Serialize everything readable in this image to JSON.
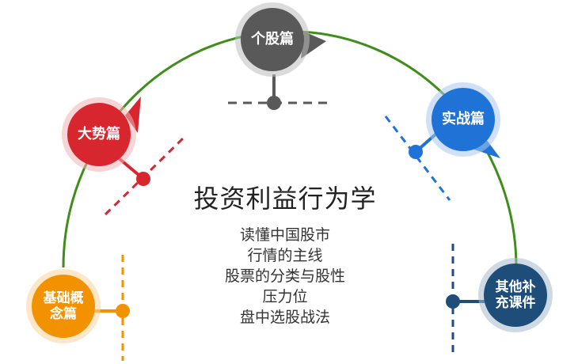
{
  "title": "投资利益行为学",
  "topics": [
    "读懂中国股市",
    "行情的主线",
    "股票的分类与股性",
    "压力位",
    "盘中选股战法"
  ],
  "nodes": {
    "basic": {
      "line1": "基础概",
      "line2": "念篇",
      "color": "#f39200"
    },
    "trend": {
      "label": "大势篇",
      "color": "#d7262e"
    },
    "stock": {
      "label": "个股篇",
      "color": "#595959"
    },
    "practice": {
      "label": "实战篇",
      "color": "#1f73d6"
    },
    "other": {
      "line1": "其他补",
      "line2": "充课件",
      "color": "#1e4d7a"
    }
  },
  "arc_color": "#3f8d1a"
}
